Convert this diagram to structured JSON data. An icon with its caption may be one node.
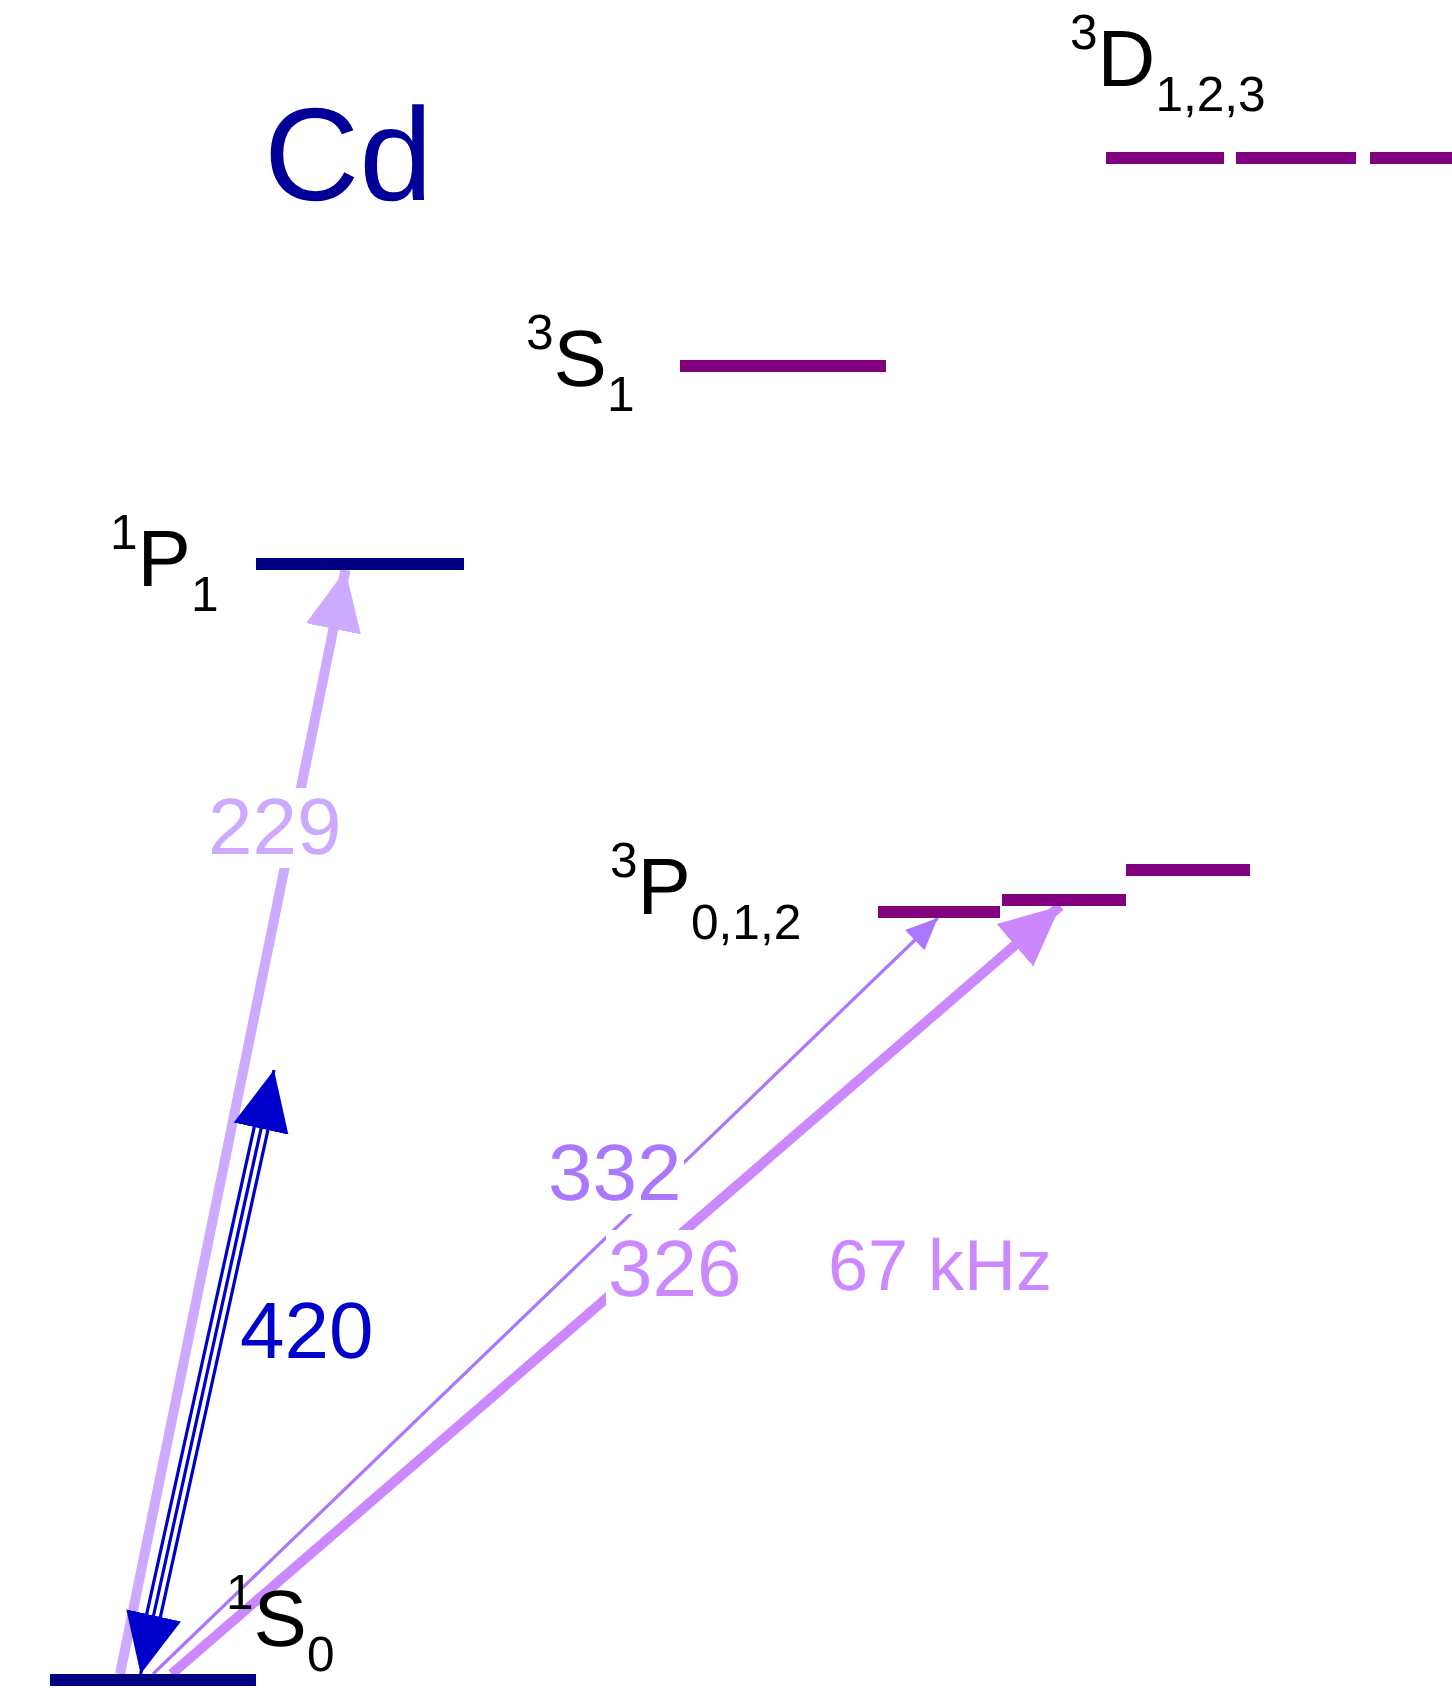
{
  "diagram": {
    "title": "Cd",
    "nodes": [
      {
        "text": [
          "$^{1}$S$_{0}$"
        ]
      },
      {
        "text": [
          "$^{1}$P$_{1}$"
        ]
      },
      {
        "text": [
          "$^{3}$S$_{1}$"
        ]
      },
      {
        "text": [
          "$^{3}$D$_{1,2,3}$"
        ]
      },
      {
        "text": [
          "$^{3}$P$_{0,1,2}$"
        ]
      },
      {
        "text": [],
        "shape": "bar"
      },
      {
        "text": [],
        "shape": "bar"
      }
    ],
    "edges": [
      {
        "from": 0,
        "to": 1,
        "arrow": "to",
        "label": "229",
        "style": "thick",
        "color": "#ccaaff"
      },
      {
        "from": null,
        "to": 0,
        "arrow": "both",
        "label": "420",
        "color": "#0000cc"
      },
      {
        "from": 0,
        "to": 4,
        "arrow": "to",
        "label": "332",
        "color": "#aa77ff"
      },
      {
        "from": 0,
        "to": 5,
        "arrow": "to",
        "label": "326",
        "style": "thick",
        "color": "#cc88ff"
      }
    ],
    "labels": [
      "67 kHz"
    ]
  }
}
